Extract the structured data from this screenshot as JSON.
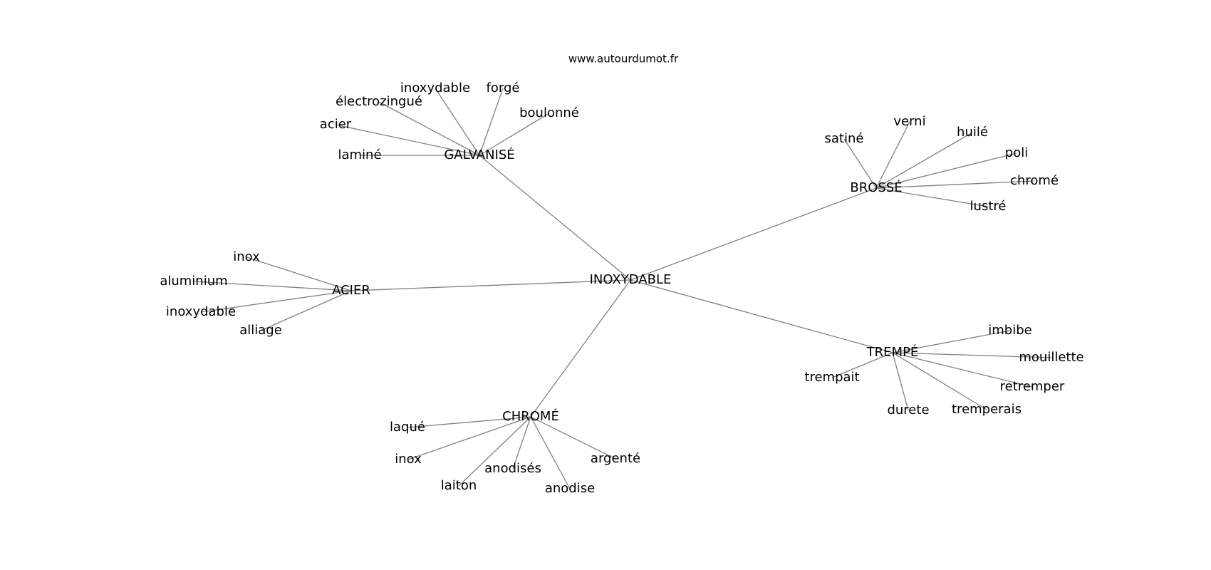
{
  "source": "www.autourdumot.fr",
  "center": "INOXYDABLE",
  "clusters": [
    {
      "hub": "GALVANISÉ",
      "leaves": [
        "laminé",
        "acier",
        "électrozingué",
        "inoxydable",
        "forgé",
        "boulonné"
      ]
    },
    {
      "hub": "BROSSÉ",
      "leaves": [
        "satiné",
        "verni",
        "huilé",
        "poli",
        "chromé",
        "lustré"
      ]
    },
    {
      "hub": "ACIER",
      "leaves": [
        "inox",
        "aluminium",
        "inoxydable",
        "alliage"
      ]
    },
    {
      "hub": "TREMPÉ",
      "leaves": [
        "imbibe",
        "mouillette",
        "retremper",
        "tremperais",
        "durete",
        "trempait"
      ]
    },
    {
      "hub": "CHROMÉ",
      "leaves": [
        "laqué",
        "inox",
        "laiton",
        "anodisés",
        "anodise",
        "argenté"
      ]
    }
  ]
}
